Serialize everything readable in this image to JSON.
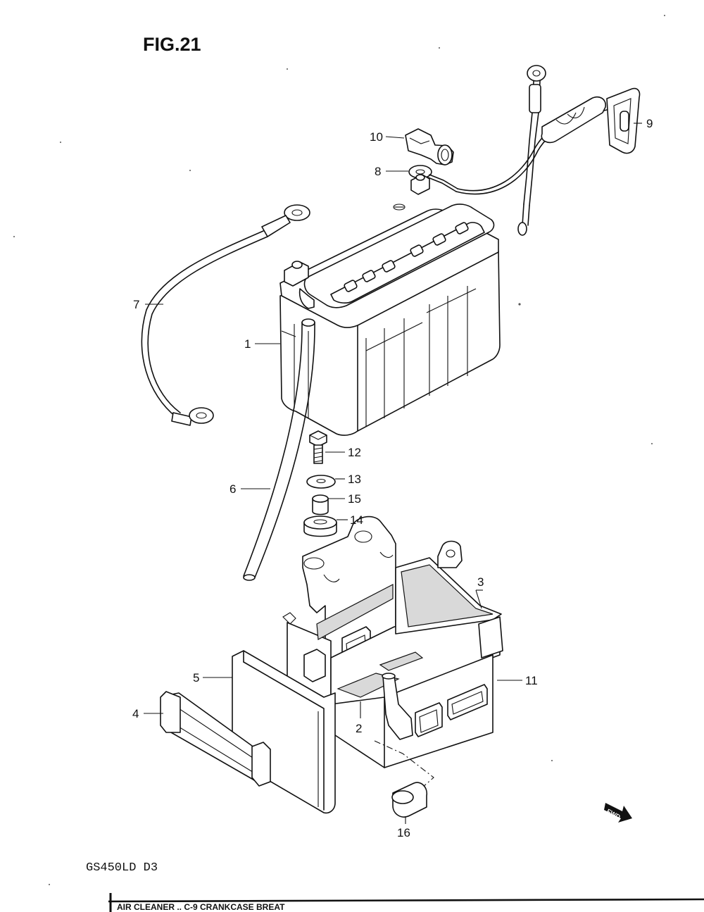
{
  "figure": {
    "title": "FIG.21"
  },
  "model": {
    "code": "GS450LD D3"
  },
  "footer": {
    "text": "AIR CLEANER ..        C-9         CRANKCASE BREAT"
  },
  "direction": {
    "label": "FWD"
  },
  "callouts": [
    {
      "id": "1",
      "label": "1"
    },
    {
      "id": "2",
      "label": "2"
    },
    {
      "id": "3",
      "label": "3"
    },
    {
      "id": "4",
      "label": "4"
    },
    {
      "id": "5",
      "label": "5"
    },
    {
      "id": "6",
      "label": "6"
    },
    {
      "id": "7",
      "label": "7"
    },
    {
      "id": "8",
      "label": "8"
    },
    {
      "id": "9",
      "label": "9"
    },
    {
      "id": "10",
      "label": "10"
    },
    {
      "id": "11",
      "label": "11"
    },
    {
      "id": "12",
      "label": "12"
    },
    {
      "id": "13",
      "label": "13"
    },
    {
      "id": "14",
      "label": "14"
    },
    {
      "id": "15",
      "label": "15"
    },
    {
      "id": "16",
      "label": "16"
    }
  ]
}
